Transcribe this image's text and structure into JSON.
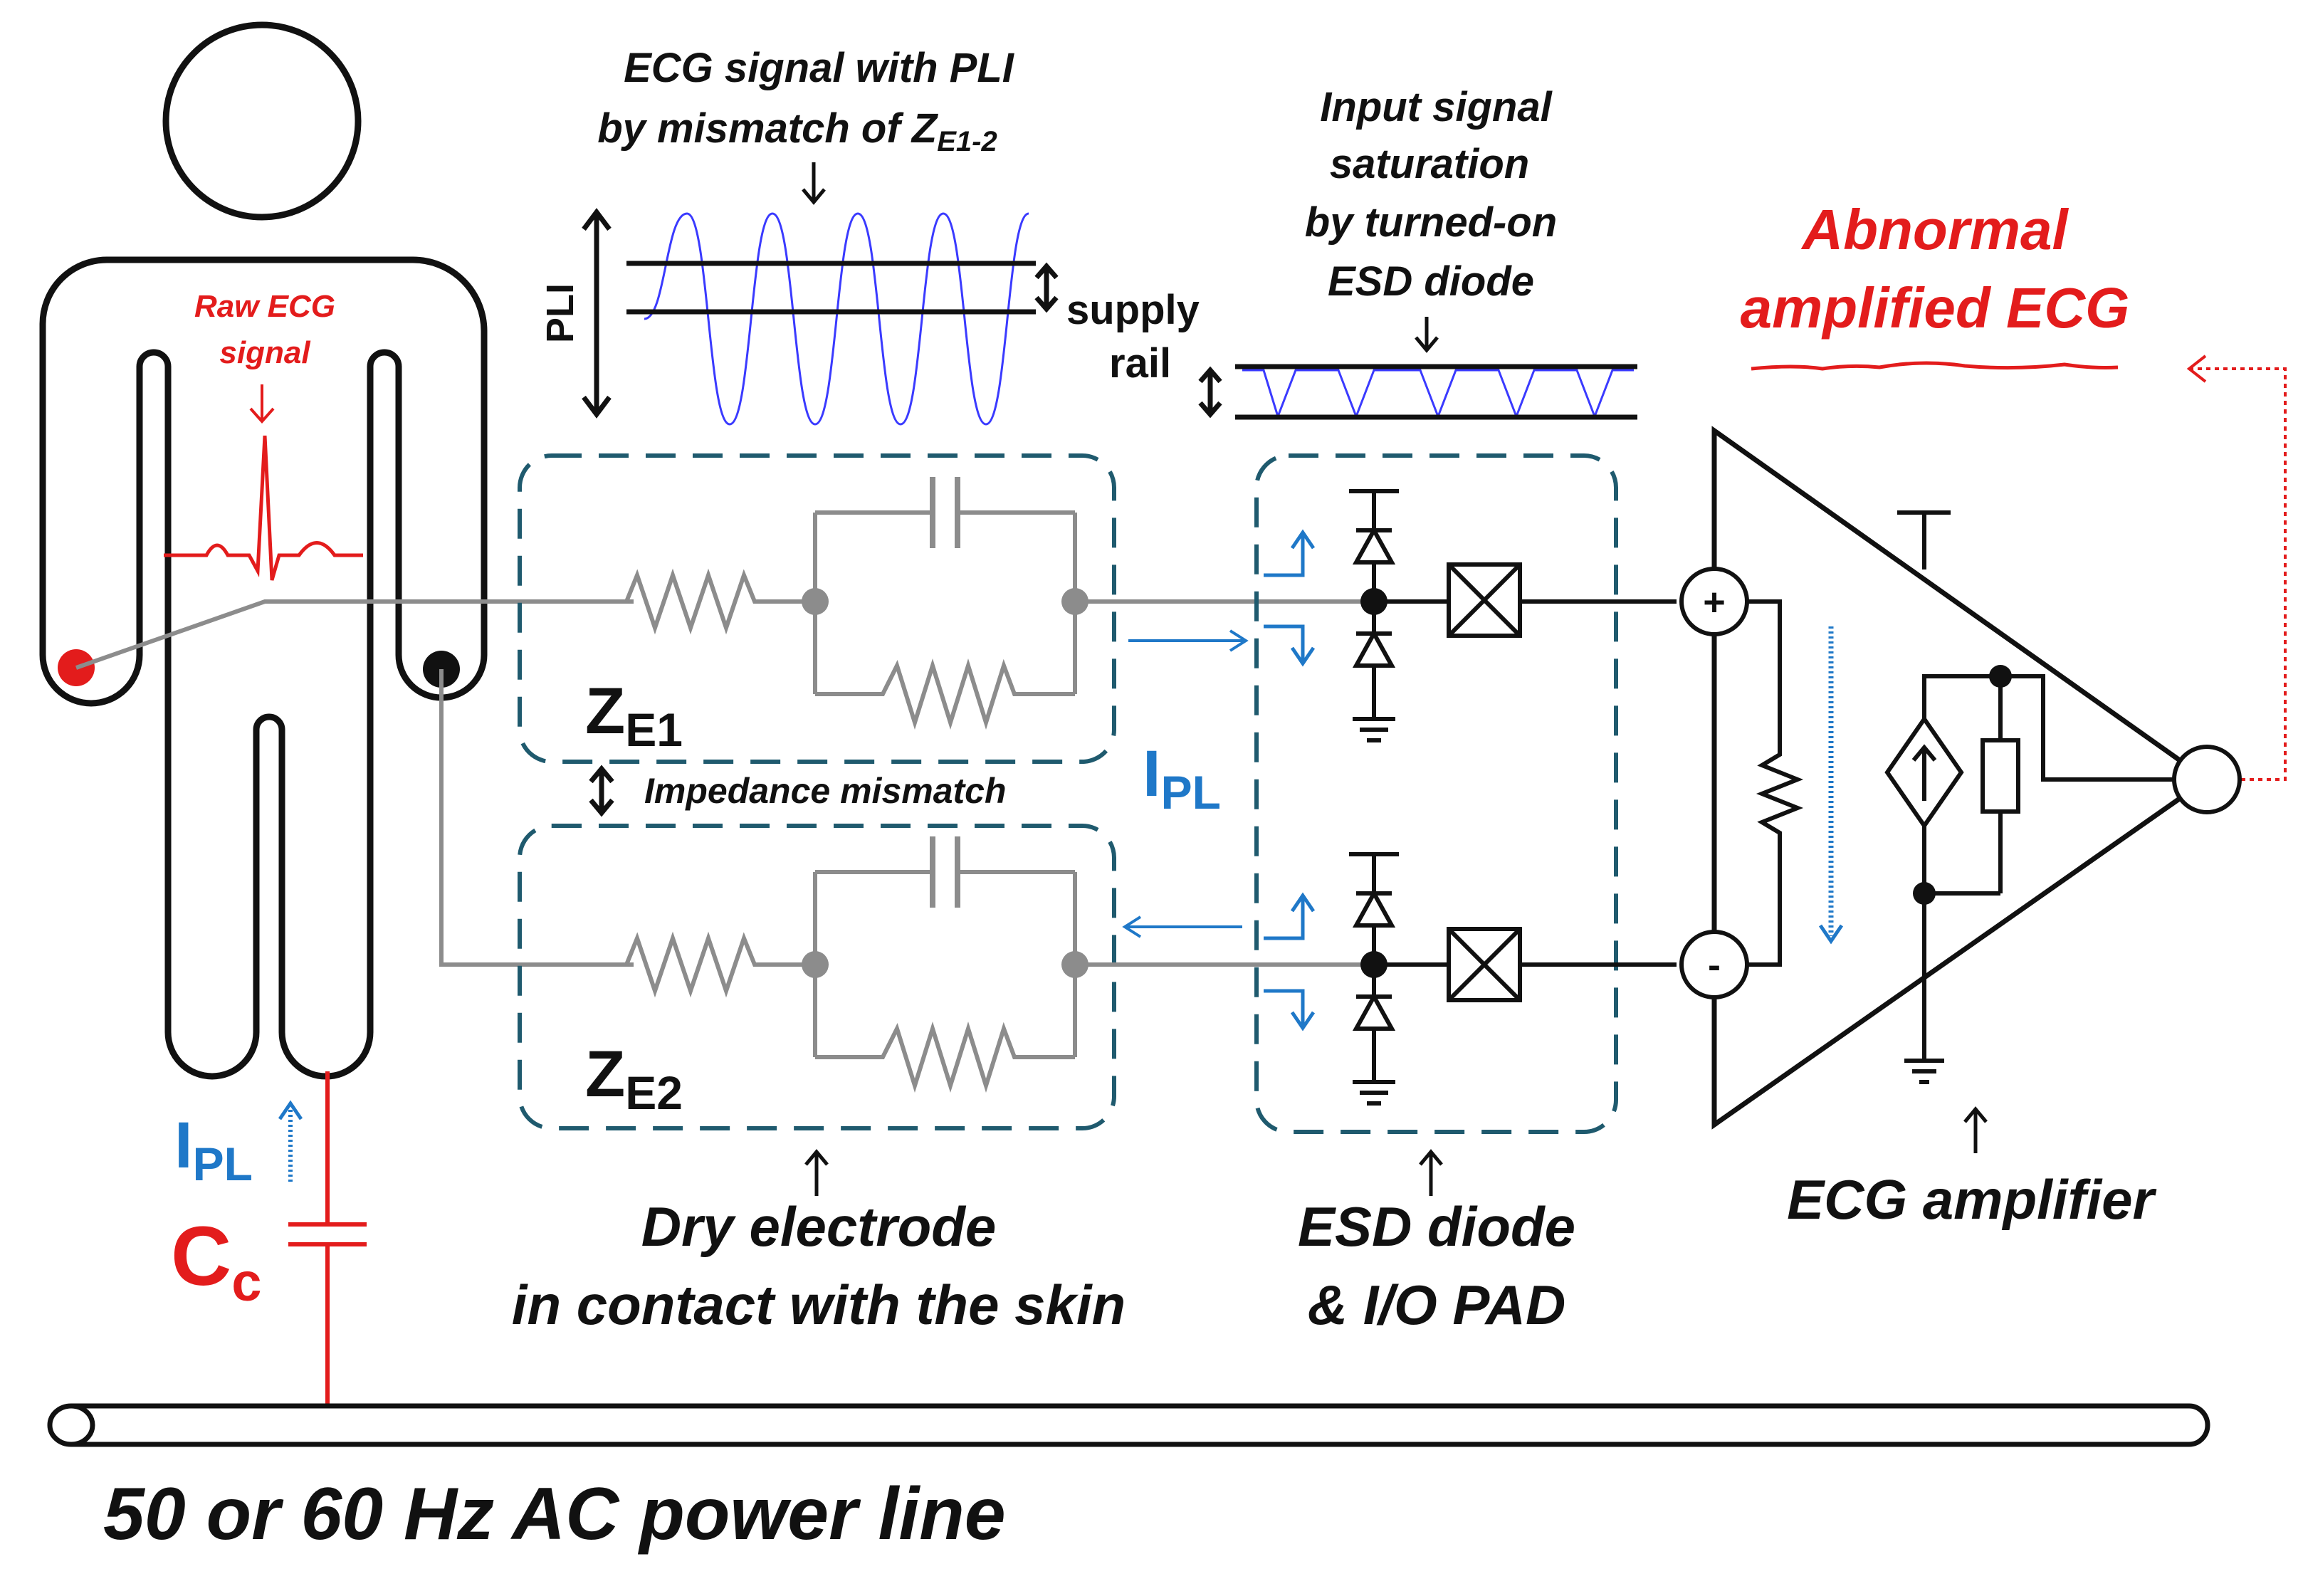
{
  "labels": {
    "raw_ecg_line1": "Raw ECG",
    "raw_ecg_line2": "signal",
    "pli_title_line1": "ECG signal with PLI",
    "pli_title_line2_prefix": "by mismatch of Z",
    "pli_title_line2_sub": "E1-2",
    "pli_axis": "PLI",
    "supply_line1": "supply",
    "supply_line2": "rail",
    "saturation_line1": "Input signal",
    "saturation_line2": "saturation",
    "saturation_line3": "by turned-on",
    "saturation_line4": "ESD diode",
    "abnormal_line1": "Abnormal",
    "abnormal_line2": "amplified ECG",
    "ze1_main": "Z",
    "ze1_sub": "E1",
    "ze2_main": "Z",
    "ze2_sub": "E2",
    "mismatch": "Impedance mismatch",
    "ipl_main": "I",
    "ipl_sub": "PL",
    "cc_main": "C",
    "cc_sub": "c",
    "plus": "+",
    "minus": "-",
    "electrode_line1": "Dry electrode",
    "electrode_line2": "in contact with the skin",
    "esd_line1": "ESD diode",
    "esd_line2": "& I/O PAD",
    "amp_label": "ECG amplifier",
    "power_line": "50 or 60 Hz AC power line"
  },
  "colors": {
    "red": "#e31c1c",
    "blue": "#1f78c8",
    "teal": "#1f5a6e",
    "gray": "#8c8c8c",
    "black": "#111111",
    "wave": "#3a3aff"
  }
}
